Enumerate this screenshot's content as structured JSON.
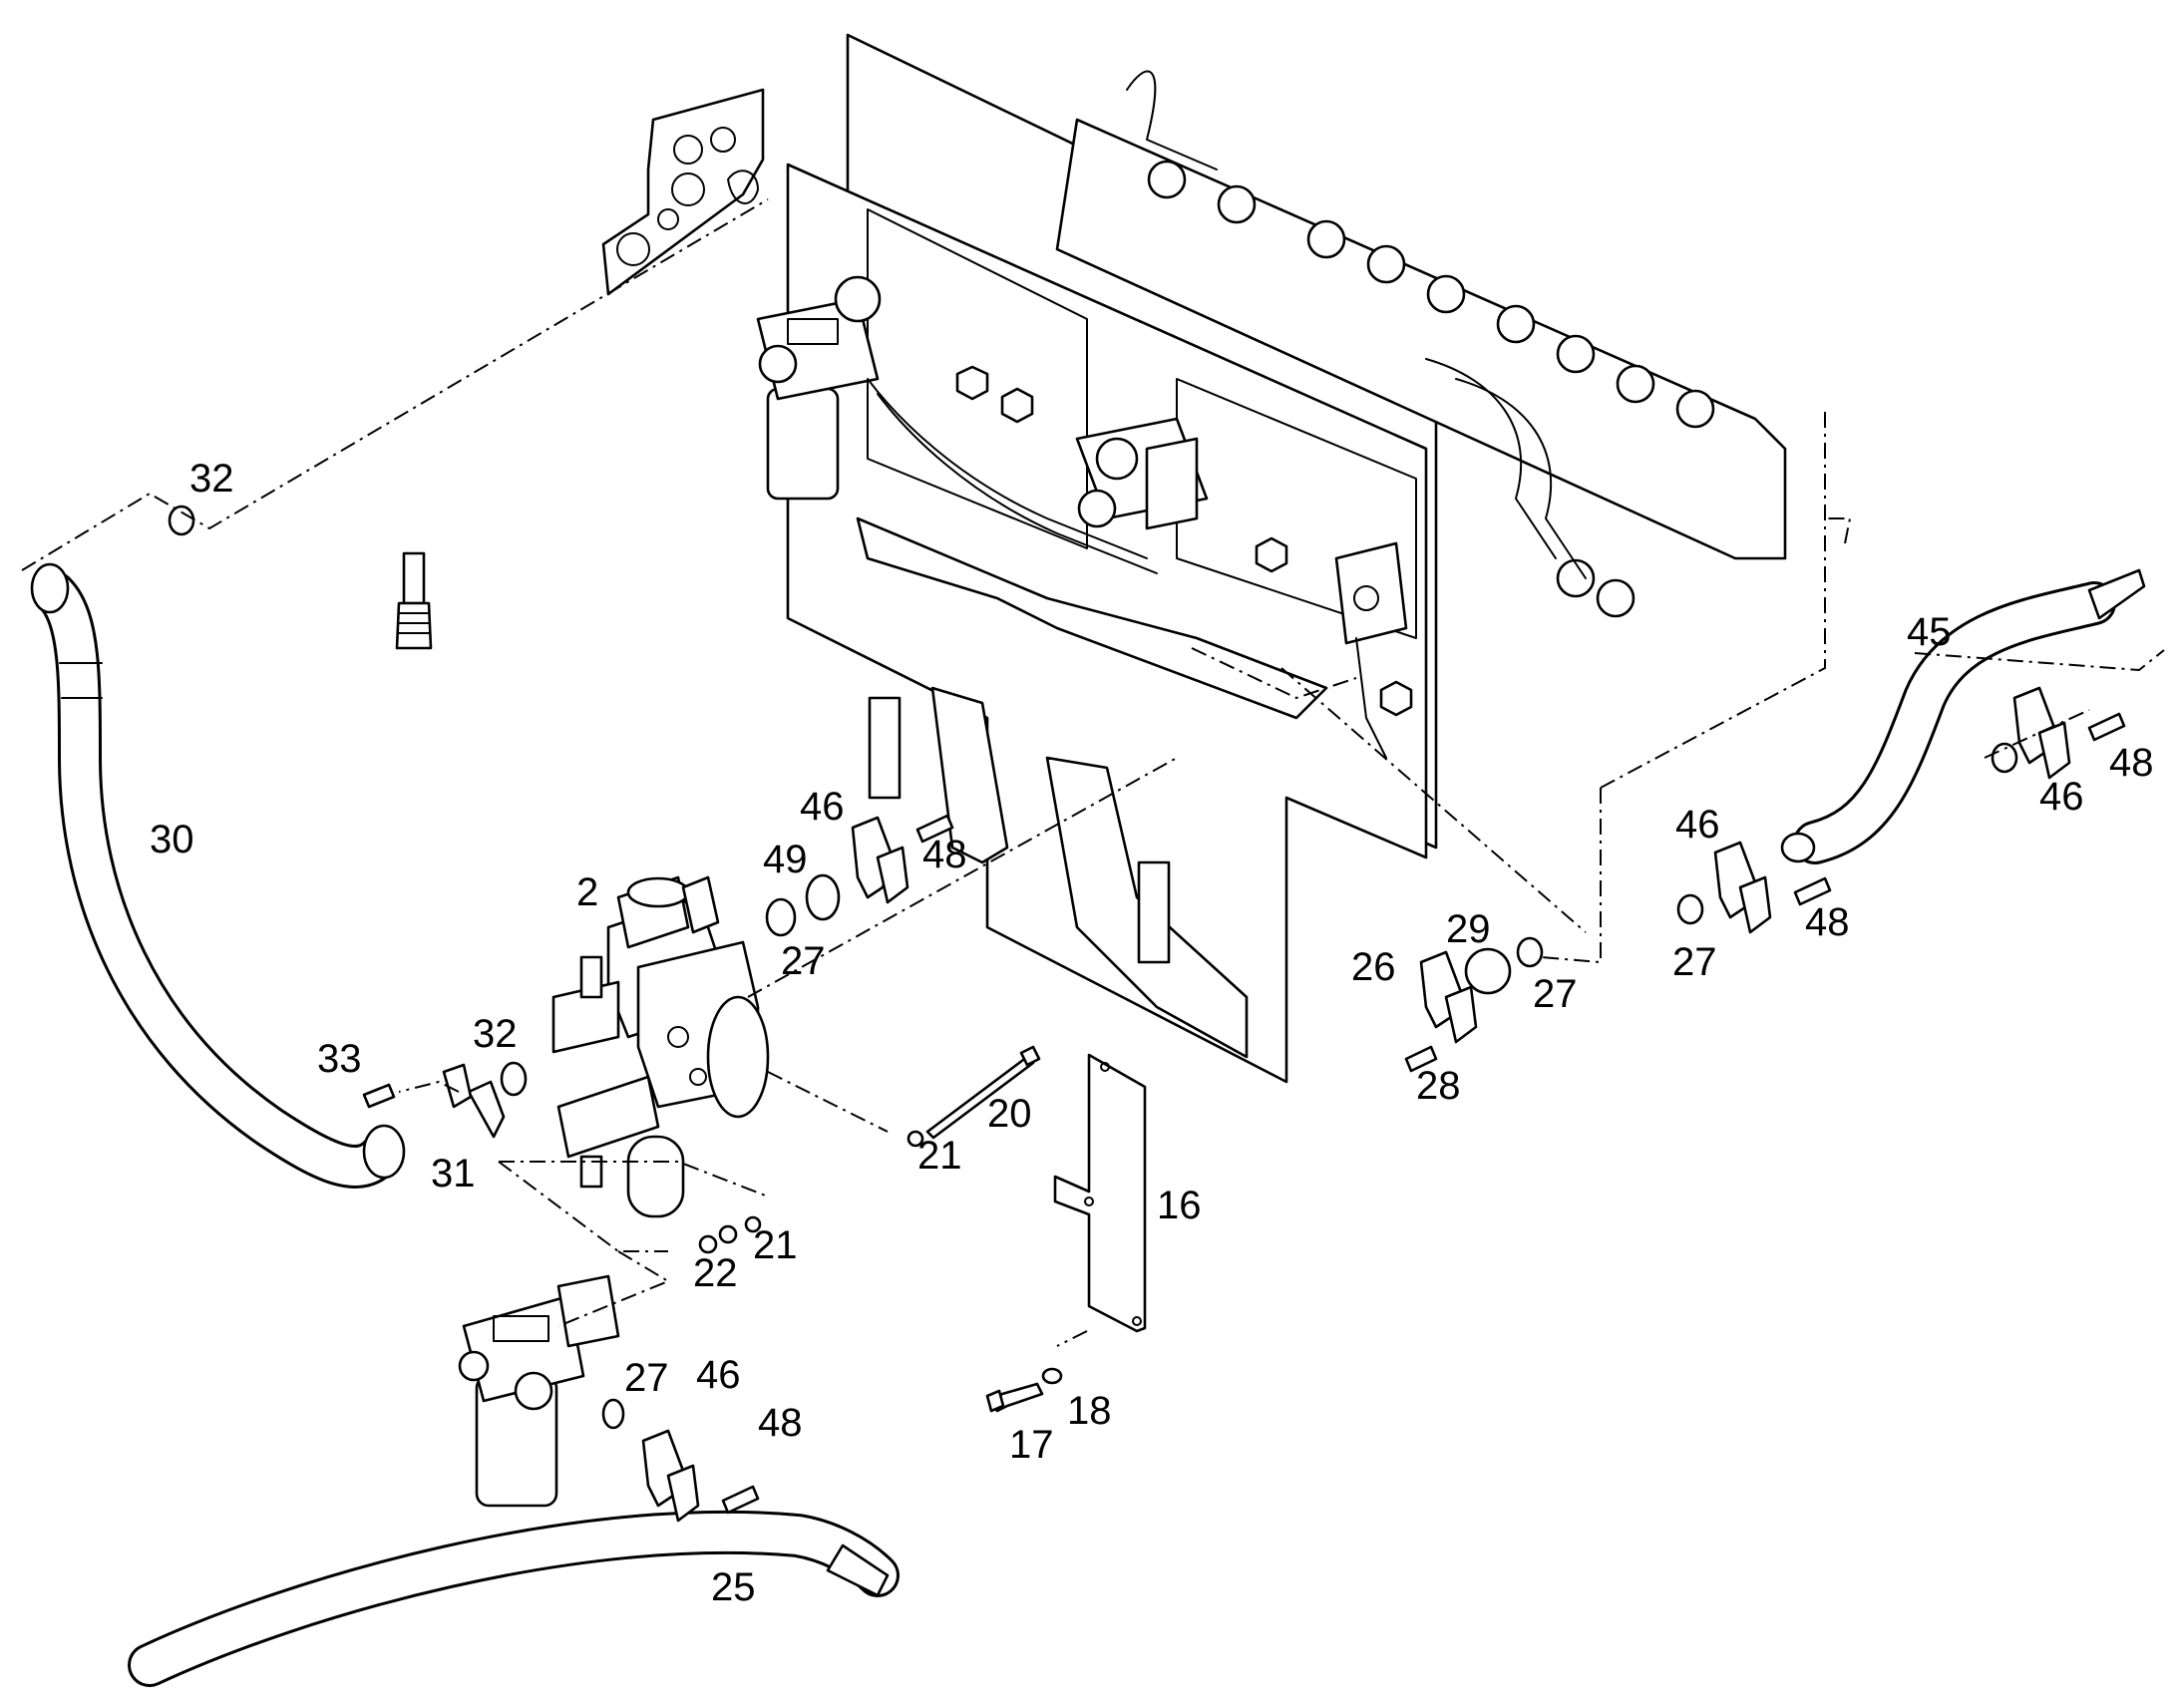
{
  "callouts": {
    "c2": "2",
    "c16": "16",
    "c17": "17",
    "c18": "18",
    "c20": "20",
    "c21a": "21",
    "c21b": "21",
    "c22": "22",
    "c25": "25",
    "c26": "26",
    "c27a": "27",
    "c27b": "27",
    "c27c": "27",
    "c27d": "27",
    "c28": "28",
    "c29": "29",
    "c30": "30",
    "c31": "31",
    "c32a": "32",
    "c32b": "32",
    "c33": "33",
    "c45": "45",
    "c46a": "46",
    "c46b": "46",
    "c46c": "46",
    "c46d": "46",
    "c48a": "48",
    "c48b": "48",
    "c48c": "48",
    "c48d": "48",
    "c49": "49"
  },
  "colors": {
    "line": "#000000",
    "background": "#ffffff"
  }
}
